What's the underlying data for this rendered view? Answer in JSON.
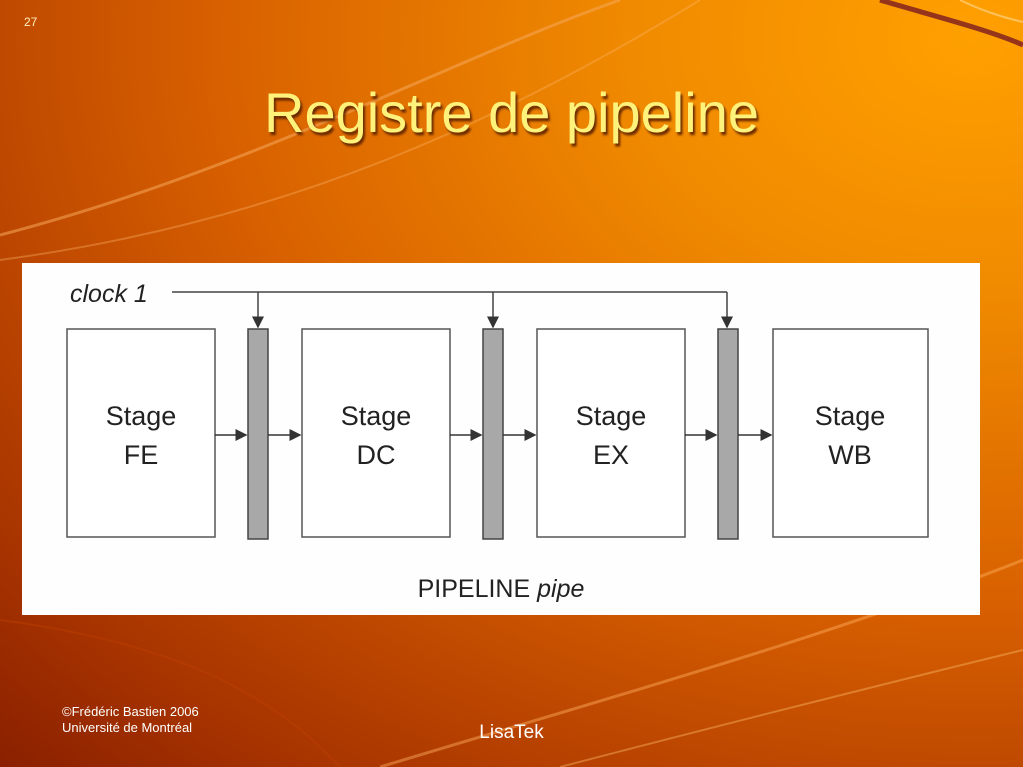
{
  "slide": {
    "number": "27",
    "title": "Registre de pipeline"
  },
  "diagram": {
    "clock_label": "clock 1",
    "stages": [
      {
        "line1": "Stage",
        "line2": "FE"
      },
      {
        "line1": "Stage",
        "line2": "DC"
      },
      {
        "line1": "Stage",
        "line2": "EX"
      },
      {
        "line1": "Stage",
        "line2": "WB"
      }
    ],
    "caption_main": "PIPELINE",
    "caption_italic": "pipe"
  },
  "footer": {
    "copyright": "©Frédéric Bastien 2006",
    "university": "Université de Montréal",
    "center": "LisaTek"
  },
  "colors": {
    "title": "#fff27a",
    "register_fill": "#a8a8a8",
    "panel": "#fefefe"
  }
}
